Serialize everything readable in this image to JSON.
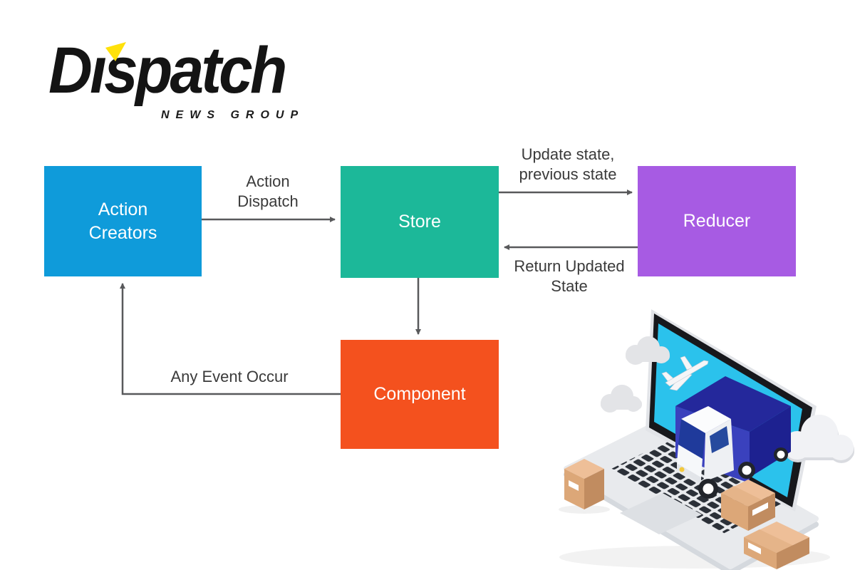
{
  "page": {
    "background": "#ffffff"
  },
  "logo": {
    "brand_name": "Dispatch",
    "brand_display": "Dıspatch",
    "tagline": "NEWS GROUP",
    "accent_color": "#ffe10a",
    "text_color": "#141414"
  },
  "diagram": {
    "type": "flowchart",
    "arrow_color": "#58595b",
    "label_color": "#3a3a3a",
    "nodes": [
      {
        "id": "action-creators",
        "lines": [
          "Action",
          "Creators"
        ],
        "color": "#0f9bda"
      },
      {
        "id": "store",
        "lines": [
          "Store"
        ],
        "color": "#1cb899"
      },
      {
        "id": "reducer",
        "lines": [
          "Reducer"
        ],
        "color": "#a75be3"
      },
      {
        "id": "component",
        "lines": [
          "Component"
        ],
        "color": "#f4511e"
      }
    ],
    "edges": [
      {
        "from": "action-creators",
        "to": "store",
        "label": "Action Dispatch"
      },
      {
        "from": "store",
        "to": "reducer",
        "label": "Update state, previous state"
      },
      {
        "from": "reducer",
        "to": "store",
        "label": "Return Updated State"
      },
      {
        "from": "store",
        "to": "component",
        "label": ""
      },
      {
        "from": "component",
        "to": "action-creators",
        "label": "Any Event Occur"
      }
    ],
    "edge_labels": {
      "action_dispatch": [
        "Action",
        "Dispatch"
      ],
      "update_state": [
        "Update state,",
        "previous state"
      ],
      "return_updated": [
        "Return Updated",
        "State"
      ],
      "any_event": [
        "Any Event Occur"
      ]
    }
  },
  "illustration": {
    "name": "online-delivery-laptop-truck",
    "elements": [
      "laptop",
      "delivery-truck",
      "airplane",
      "clouds",
      "cardboard-boxes"
    ],
    "colors": {
      "screen": "#2bc2ec",
      "truck_side": "#3a41bd",
      "truck_top": "#24289b",
      "truck_rear": "#1d2190",
      "windshield": "#1f3a9b",
      "laptop_body": "#e8eaed",
      "keys": "#2b3038",
      "carton_top": "#eebf98",
      "carton_left": "#dca778",
      "carton_right": "#c18c60",
      "cloud": "#e3e4e7"
    }
  }
}
